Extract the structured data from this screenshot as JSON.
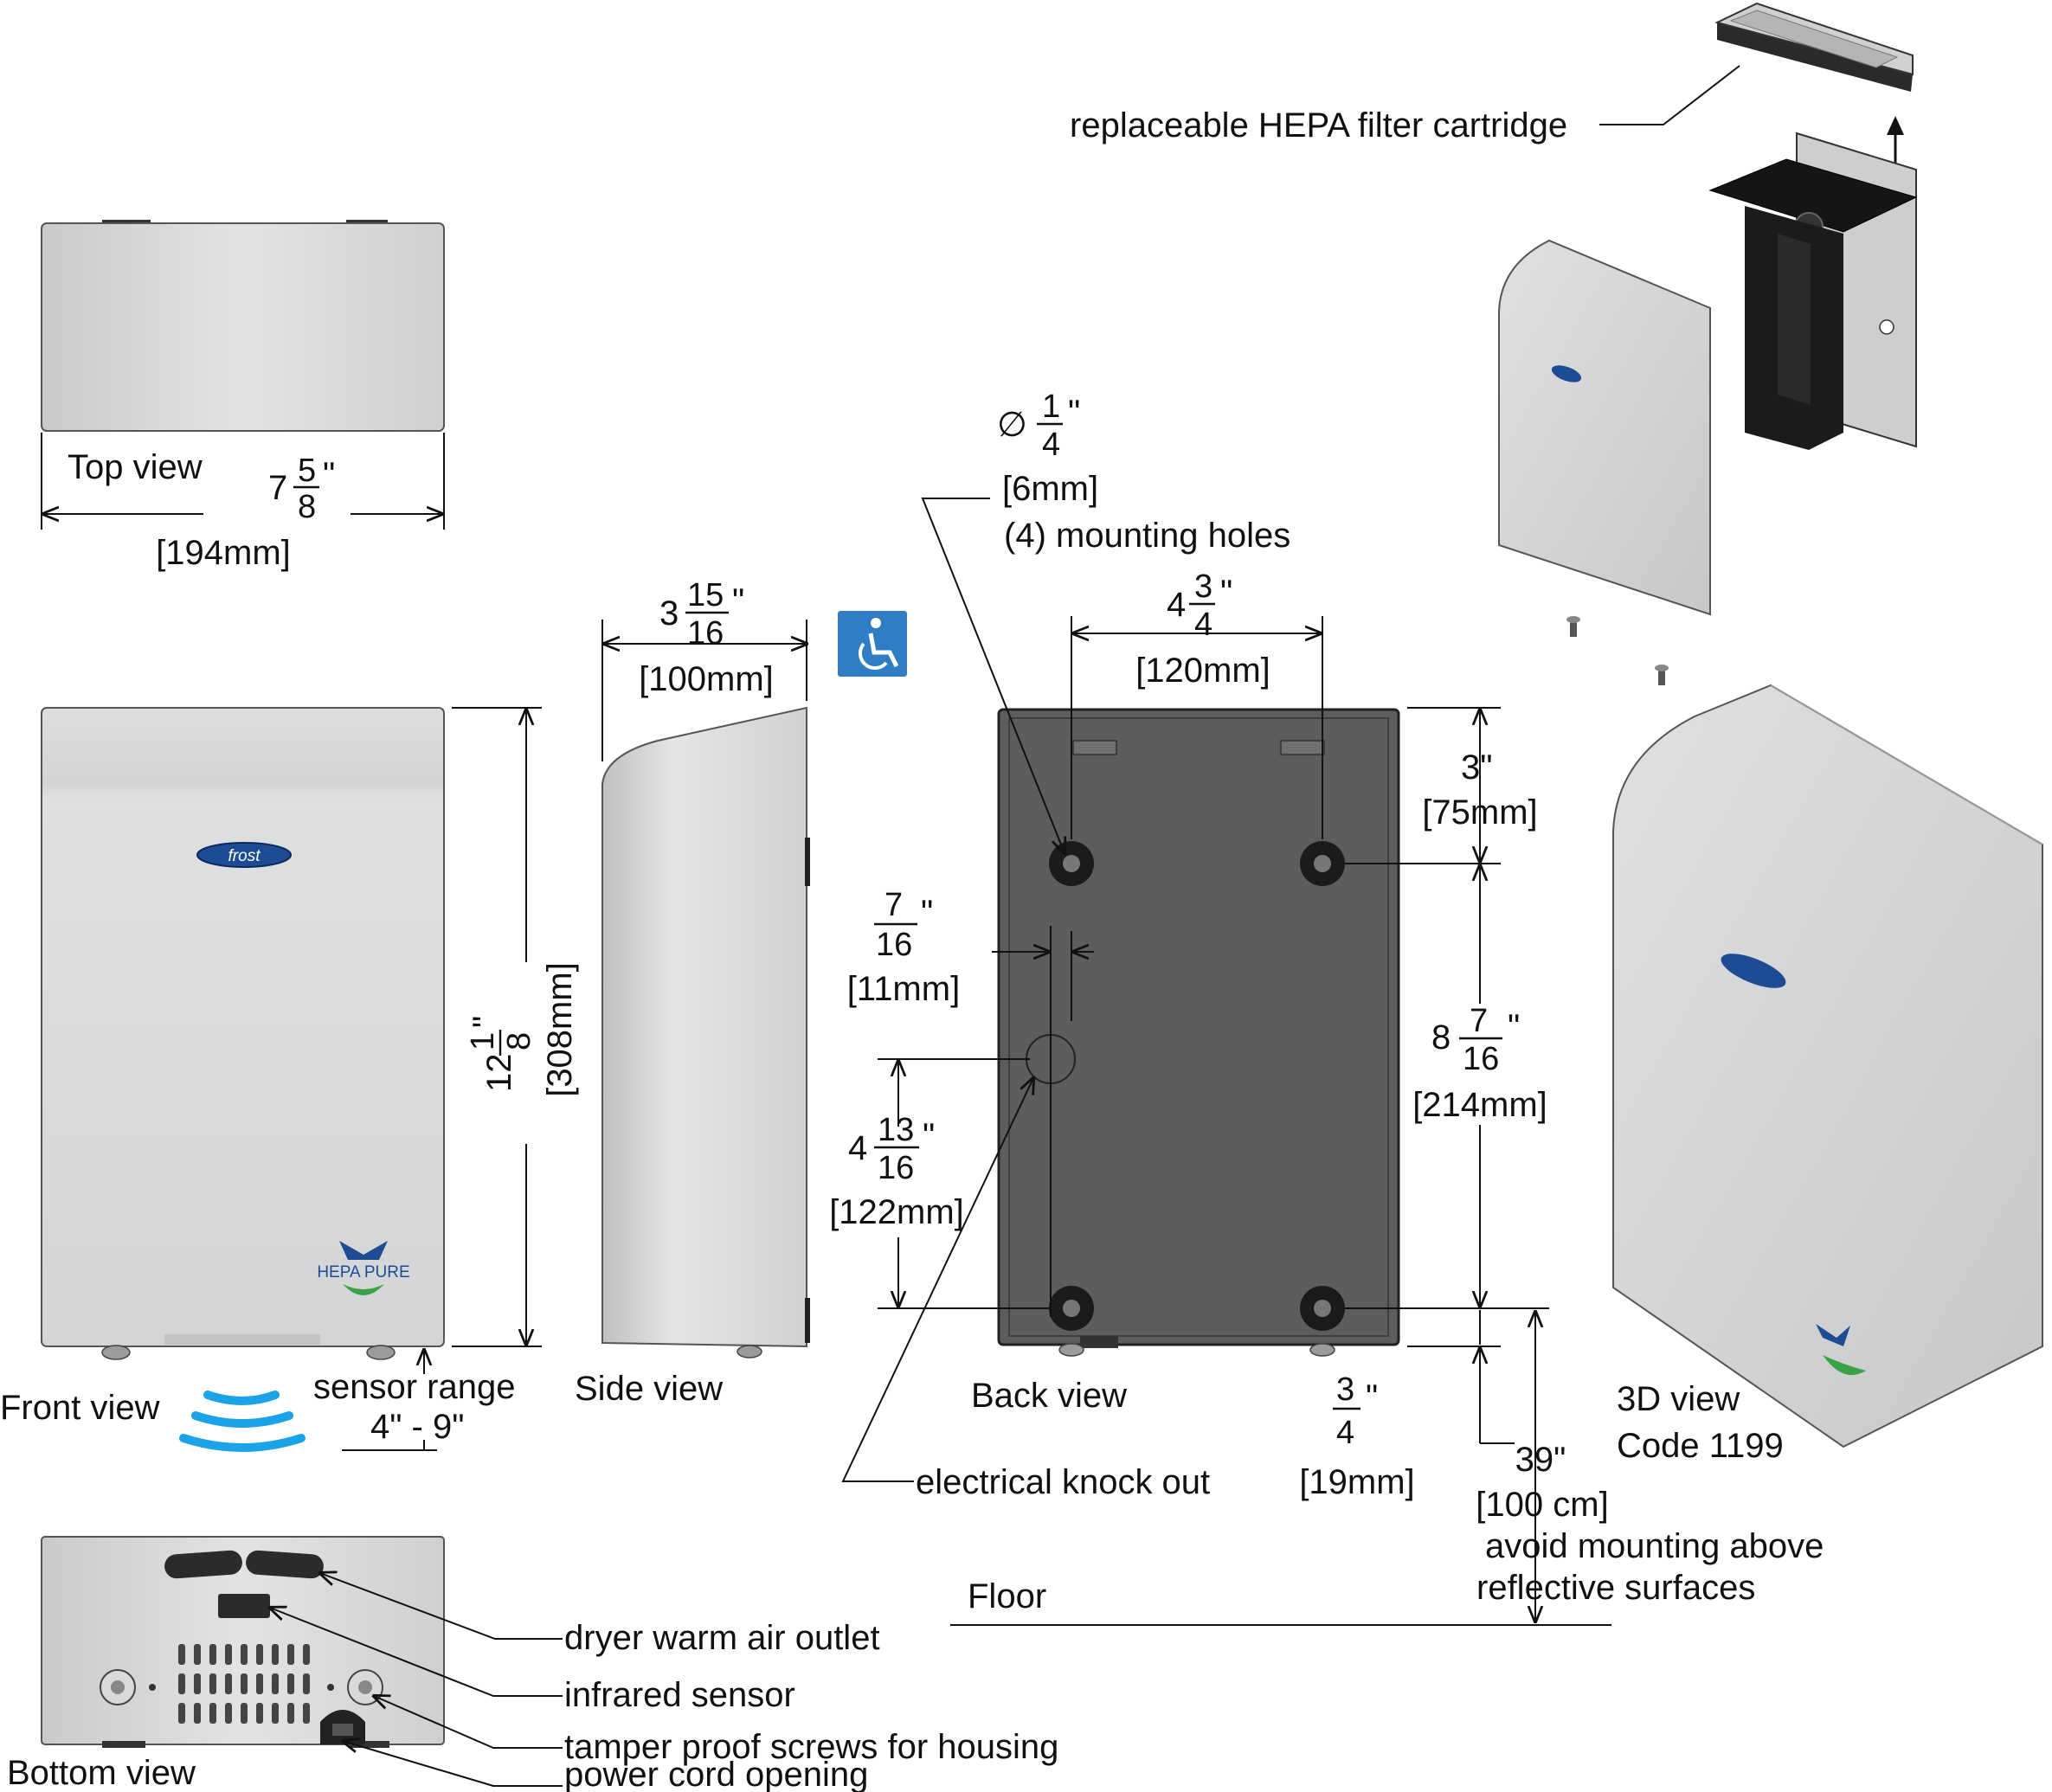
{
  "colors": {
    "panel": "#d6d7d9",
    "panel_dark": "#b9babc",
    "back_panel": "#5d5d5f",
    "accessibility_blue": "#2f7ec4",
    "sensor_waves": "#1aa3e8",
    "logo_blue": "#1e4c94",
    "hepa_green": "#3aa246"
  },
  "icons": {
    "accessibility": "wheelchair-icon",
    "sensor": "sensor-wave-icon",
    "arrow": "arrow-up-icon"
  },
  "logos": {
    "brand": "frost",
    "hepa": "HEPA PURE"
  },
  "views": {
    "top": "Top view",
    "front": "Front view",
    "side": "Side view",
    "back": "Back view",
    "bottom": "Bottom view",
    "iso_line1": "3D view",
    "iso_line2": "Code 1199"
  },
  "dimensions": {
    "width": {
      "whole": "7",
      "num": "5",
      "den": "8",
      "mm": "[194mm]"
    },
    "height": {
      "whole": "12",
      "num": "1",
      "den": "8",
      "mm": "[308mm]"
    },
    "depth": {
      "whole": "3",
      "num": "15",
      "den": "16",
      "mm": "[100mm]"
    },
    "hole_dia": {
      "symbol": "∅",
      "num": "1",
      "den": "4",
      "mm": "[6mm]",
      "note": "(4) mounting holes"
    },
    "hole_spacing_h": {
      "whole": "4",
      "num": "3",
      "den": "4",
      "mm": "[120mm]"
    },
    "top_offset": {
      "value": "3\"",
      "mm": "[75mm]"
    },
    "hole_spacing_v": {
      "whole": "8",
      "num": "7",
      "den": "16",
      "mm": "[214mm]"
    },
    "bottom_offset": {
      "num": "3",
      "den": "4",
      "mm": "[19mm]"
    },
    "knockout_offset": {
      "num": "7",
      "den": "16",
      "mm": "[11mm]"
    },
    "knockout_height": {
      "whole": "4",
      "num": "13",
      "den": "16",
      "mm": "[122mm]"
    },
    "floor_height": {
      "value": "39\"",
      "cm": "[100 cm]"
    },
    "inch_mark": "\""
  },
  "sensor": {
    "label": "sensor range",
    "range": "4\" - 9\""
  },
  "callouts": {
    "filter": "replaceable HEPA filter cartridge",
    "knockout": "electrical knock out",
    "floor": "Floor",
    "avoid_line1": "avoid mounting above",
    "avoid_line2": "reflective surfaces",
    "outlet": "dryer warm air outlet",
    "infrared": "infrared sensor",
    "screws": "tamper proof screws for housing",
    "cord": "power cord opening"
  }
}
